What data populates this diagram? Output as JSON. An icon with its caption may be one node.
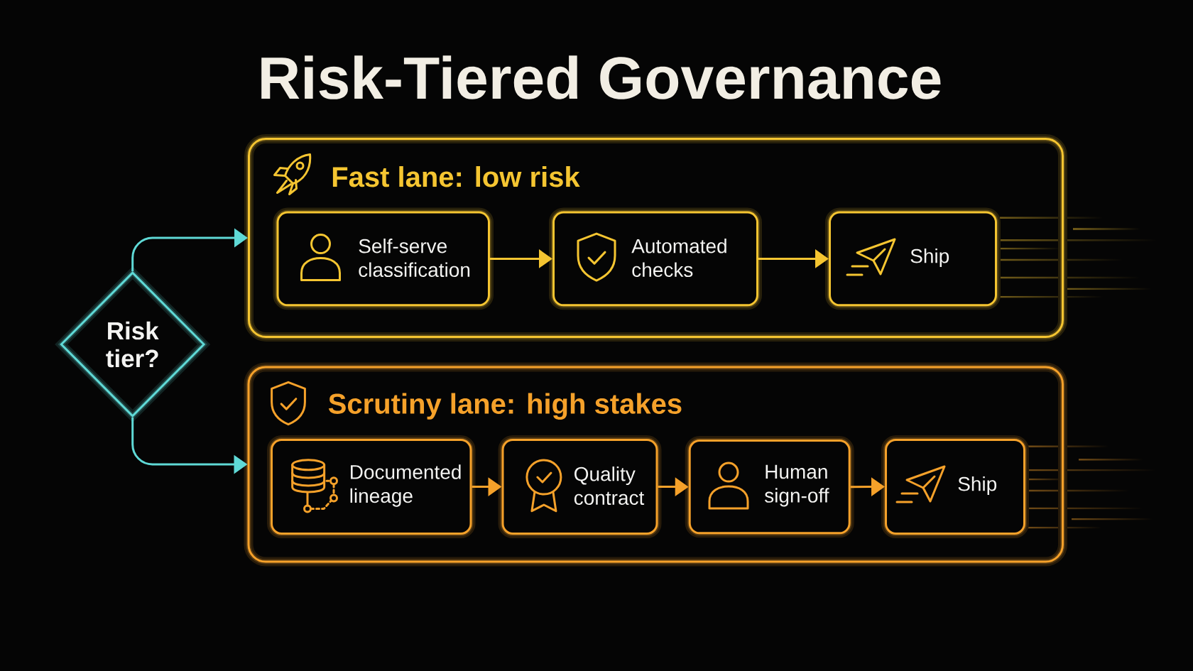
{
  "diagram": {
    "title": "Risk-Tiered Governance",
    "nodes": [
      {
        "text": [
          "Risk tier?"
        ]
      },
      {
        "text": [
          "Fast lane: low risk"
        ]
      },
      {
        "text": [
          "Self-serve classification"
        ],
        "in": 1
      },
      {
        "text": [
          "Automated checks"
        ],
        "in": 1
      },
      {
        "text": [
          "Ship"
        ],
        "in": 1
      },
      {
        "text": [
          "Scrutiny lane: high stakes"
        ]
      },
      {
        "text": [
          "Documented lineage"
        ],
        "in": 5
      },
      {
        "text": [
          "Quality contract"
        ],
        "in": 5
      },
      {
        "text": [
          "Human sign-off"
        ],
        "in": 5
      },
      {
        "text": [
          "Ship"
        ],
        "in": 5
      }
    ],
    "edges": [
      {
        "from": 0,
        "to": 1,
        "arrow": "to",
        "color": "#5fd9d6"
      },
      {
        "from": 0,
        "to": 5,
        "arrow": "to",
        "color": "#5fd9d6"
      },
      {
        "from": 2,
        "to": 3,
        "arrow": "to",
        "color": "#f5c531"
      },
      {
        "from": 3,
        "to": 4,
        "arrow": "to",
        "color": "#f5c531"
      },
      {
        "from": 6,
        "to": 7,
        "arrow": "to"
      },
      {
        "from": 7,
        "to": 8,
        "arrow": "to"
      },
      {
        "from": 8,
        "to": 9,
        "arrow": "to"
      }
    ]
  }
}
